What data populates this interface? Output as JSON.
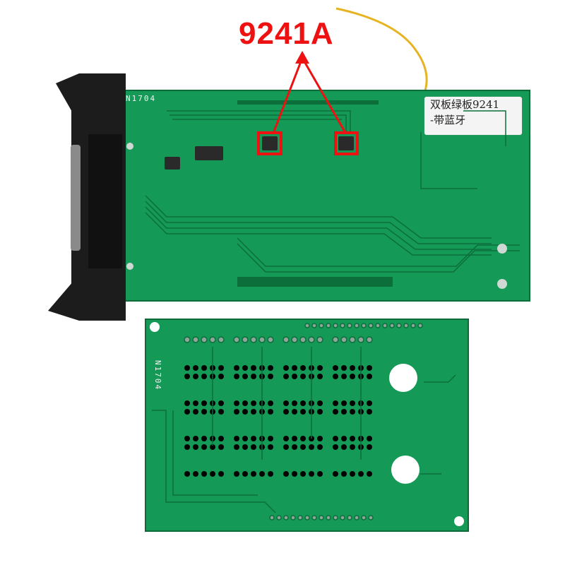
{
  "annotation": {
    "label": "9241A",
    "color": "#ee1111",
    "targets": [
      "left-chip",
      "right-chip"
    ]
  },
  "top_board": {
    "silkscreen_id": "N1704",
    "sticker": {
      "line1": "双板绿板9241",
      "line2": "-带蓝牙"
    },
    "color": "#149a56"
  },
  "bottom_board": {
    "silkscreen_id": "N1704",
    "color": "#149a56"
  },
  "wire": {
    "color": "#e6b422"
  }
}
